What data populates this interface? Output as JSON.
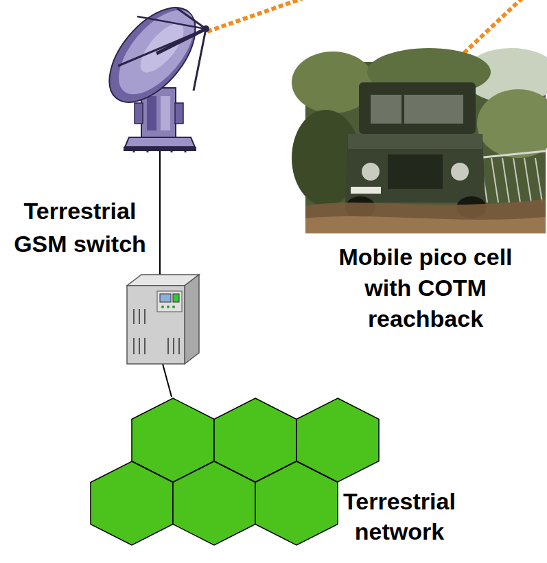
{
  "diagram": {
    "nodes": [
      {
        "text": [
          "Terrestrial GSM switch"
        ]
      },
      {
        "text": [
          "Mobile pico cell with COTM reachback"
        ]
      },
      {
        "text": [
          "Terrestrial network"
        ]
      }
    ],
    "edges": [
      {
        "from": 0,
        "to": 2,
        "arrow": "none"
      }
    ]
  }
}
